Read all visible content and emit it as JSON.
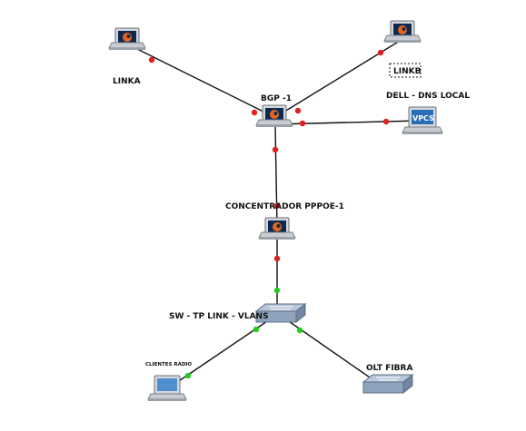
{
  "colors": {
    "link_line": "#111111",
    "port_down": "#e02020",
    "port_up": "#22cc22",
    "laptop_body": "#c9cdd3",
    "laptop_screen": "#0b2a4f",
    "router_logo": "#e8641b",
    "vpcs_screen": "#2a6fb6",
    "switch_body": "#8fa3bd"
  },
  "nodes": [
    {
      "id": "linka",
      "label": "LINKA",
      "device": "router-laptop"
    },
    {
      "id": "linkb",
      "label": "LINKB",
      "device": "router-laptop"
    },
    {
      "id": "bgp",
      "label": "BGP -1",
      "device": "router-laptop"
    },
    {
      "id": "dns",
      "label": "DELL - DNS LOCAL",
      "device": "vpcs-laptop",
      "screen_text": "VPCS"
    },
    {
      "id": "ppoe",
      "label": "CONCENTRADOR PPPOE-1",
      "device": "router-laptop"
    },
    {
      "id": "sw",
      "label": "SW - TP LINK - VLANS",
      "device": "switch"
    },
    {
      "id": "radio",
      "label": "CLIENTES RADIO",
      "device": "host-laptop"
    },
    {
      "id": "olt",
      "label": "OLT FIBRA",
      "device": "switch"
    }
  ],
  "links": [
    {
      "from": "linka",
      "to": "bgp",
      "status": "down"
    },
    {
      "from": "linkb",
      "to": "bgp",
      "status": "down"
    },
    {
      "from": "bgp",
      "to": "dns",
      "status": "down"
    },
    {
      "from": "bgp",
      "to": "ppoe",
      "status": "down"
    },
    {
      "from": "ppoe",
      "to": "sw",
      "status": "mixed"
    },
    {
      "from": "sw",
      "to": "radio",
      "status": "up"
    },
    {
      "from": "sw",
      "to": "olt",
      "status": "up"
    }
  ]
}
